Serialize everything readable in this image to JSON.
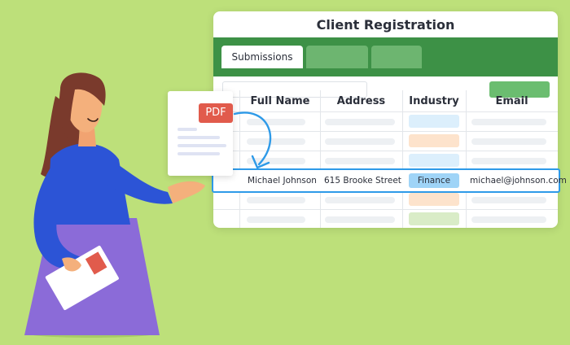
{
  "window": {
    "title": "Client Registration",
    "tabs": [
      {
        "label": "Submissions",
        "active": true
      },
      {
        "label": "",
        "active": false
      },
      {
        "label": "",
        "active": false
      }
    ]
  },
  "table": {
    "columns": [
      "Full Name",
      "Address",
      "Industry",
      "Email"
    ],
    "highlighted_row": {
      "full_name": "Michael Johnson",
      "address": "615 Brooke Street",
      "industry": "Finance",
      "email": "michael@johnson.com"
    }
  },
  "pdf": {
    "label": "PDF"
  },
  "colors": {
    "background": "#bde07a",
    "header_green": "#3d9146",
    "tab_green": "#6db570",
    "highlight_blue": "#2e9ae8",
    "pdf_red": "#e15b4c",
    "industry_blue": "#dceffc",
    "industry_orange": "#fde3cc",
    "industry_green": "#d9ecc7"
  },
  "icons": [
    "pdf-icon",
    "curved-arrow-icon"
  ]
}
